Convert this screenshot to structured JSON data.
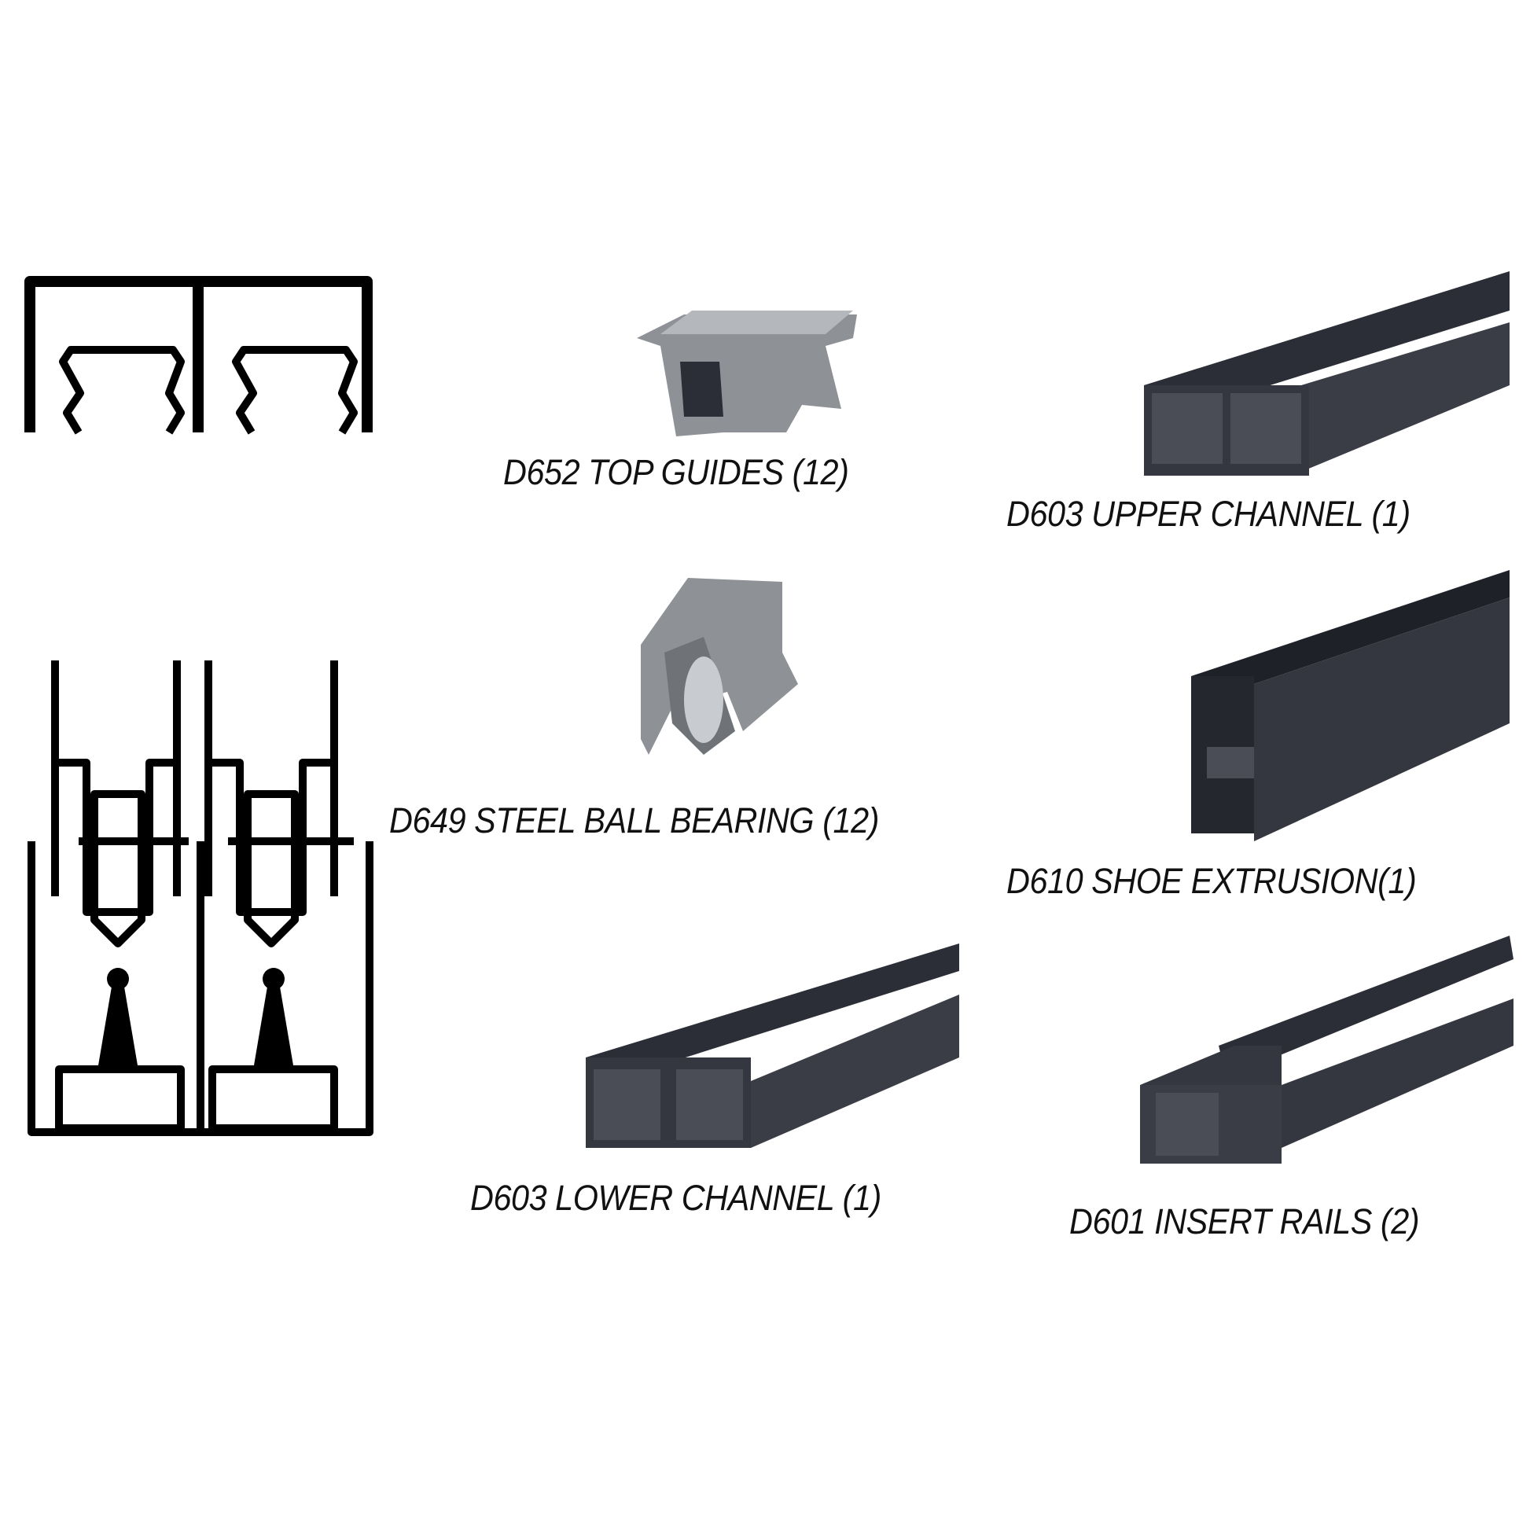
{
  "labels": {
    "top_guides": "D652 TOP GUIDES (12)",
    "upper_channel": "D603 UPPER CHANNEL (1)",
    "ball_bearing": "D649 STEEL BALL BEARING (12)",
    "shoe_extrusion": "D610 SHOE EXTRUSION(1)",
    "lower_channel": "D603 LOWER CHANNEL (1)",
    "insert_rails": "D601 INSERT RAILS (2)"
  },
  "colors": {
    "background": "#ffffff",
    "line_art": "#000000",
    "extrusion_dark": "#2b2e36",
    "extrusion_face": "#3a3d45",
    "part_gray": "#9a9da2",
    "label_text": "#111111"
  }
}
